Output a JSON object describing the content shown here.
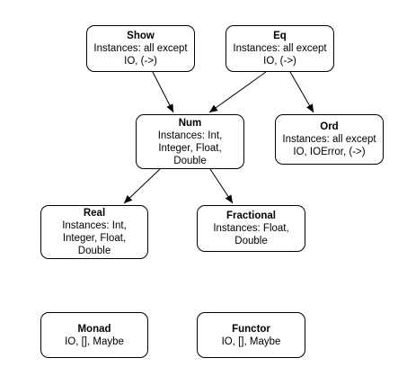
{
  "nodes": {
    "show": {
      "title": "Show",
      "lines": [
        "Instances: all except",
        "IO, (->)"
      ]
    },
    "eq": {
      "title": "Eq",
      "lines": [
        "Instances: all except",
        "IO, (->)"
      ]
    },
    "num": {
      "title": "Num",
      "lines": [
        "Instances: Int,",
        "Integer, Float,",
        "Double"
      ]
    },
    "ord": {
      "title": "Ord",
      "lines": [
        "Instances: all except",
        "IO, IOError, (->)"
      ]
    },
    "real": {
      "title": "Real",
      "lines": [
        "Instances: Int,",
        "Integer, Float,",
        "Double"
      ]
    },
    "fractional": {
      "title": "Fractional",
      "lines": [
        "Instances: Float,",
        "Double"
      ]
    },
    "monad": {
      "title": "Monad",
      "lines": [
        "IO, [], Maybe"
      ]
    },
    "functor": {
      "title": "Functor",
      "lines": [
        "IO, [], Maybe"
      ]
    }
  },
  "edges": [
    {
      "from": "Show",
      "to": "Num"
    },
    {
      "from": "Eq",
      "to": "Num"
    },
    {
      "from": "Eq",
      "to": "Ord"
    },
    {
      "from": "Num",
      "to": "Real"
    },
    {
      "from": "Num",
      "to": "Fractional"
    }
  ],
  "colors": {
    "stroke": "#000000",
    "fill": "#ffffff",
    "text": "#000000"
  }
}
